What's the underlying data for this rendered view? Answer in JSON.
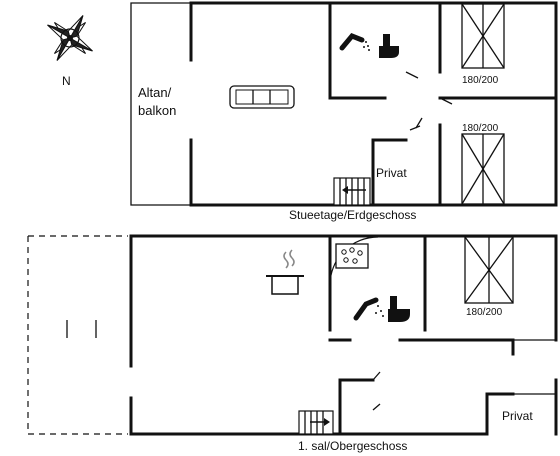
{
  "compass": {
    "north_label": "N"
  },
  "ground_floor": {
    "caption": "Stueetage/Erdgeschoss",
    "balcony_label_line1": "Altan/",
    "balcony_label_line2": "balkon",
    "private_label": "Privat",
    "bed_top_size": "180/200",
    "bed_bottom_size": "180/200"
  },
  "upper_floor": {
    "caption": "1. sal/Obergeschoss",
    "private_label": "Privat",
    "bed_size": "180/200"
  }
}
